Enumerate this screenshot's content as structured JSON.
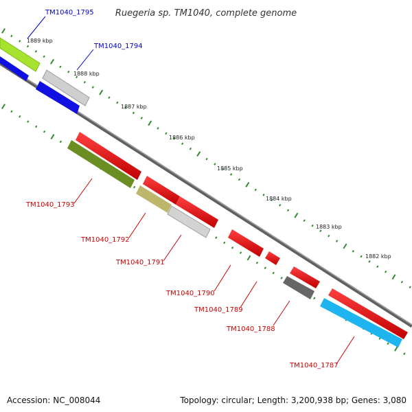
{
  "title": "Ruegeria sp. TM1040, complete genome",
  "footer": {
    "accession": "Accession: NC_008044",
    "summary": "Topology: circular; Length: 3,200,938 bp; Genes: 3,080"
  },
  "colors": {
    "forward_label": "#0000cc",
    "reverse_label": "#cc0000",
    "tick": "#2e8b2e",
    "backbone": "#808080"
  },
  "ticks": [
    "1889 kbp",
    "1888 kbp",
    "1887 kbp",
    "1886 kbp",
    "1885 kbp",
    "1884 kbp",
    "1883 kbp",
    "1882 kbp"
  ],
  "genes": [
    {
      "id": "TM1040_1795",
      "strand": "forward"
    },
    {
      "id": "TM1040_1794",
      "strand": "forward"
    },
    {
      "id": "TM1040_1793",
      "strand": "reverse"
    },
    {
      "id": "TM1040_1792",
      "strand": "reverse"
    },
    {
      "id": "TM1040_1791",
      "strand": "reverse"
    },
    {
      "id": "TM1040_1790",
      "strand": "reverse"
    },
    {
      "id": "TM1040_1789",
      "strand": "reverse"
    },
    {
      "id": "TM1040_1788",
      "strand": "reverse"
    },
    {
      "id": "TM1040_1787",
      "strand": "reverse"
    }
  ]
}
